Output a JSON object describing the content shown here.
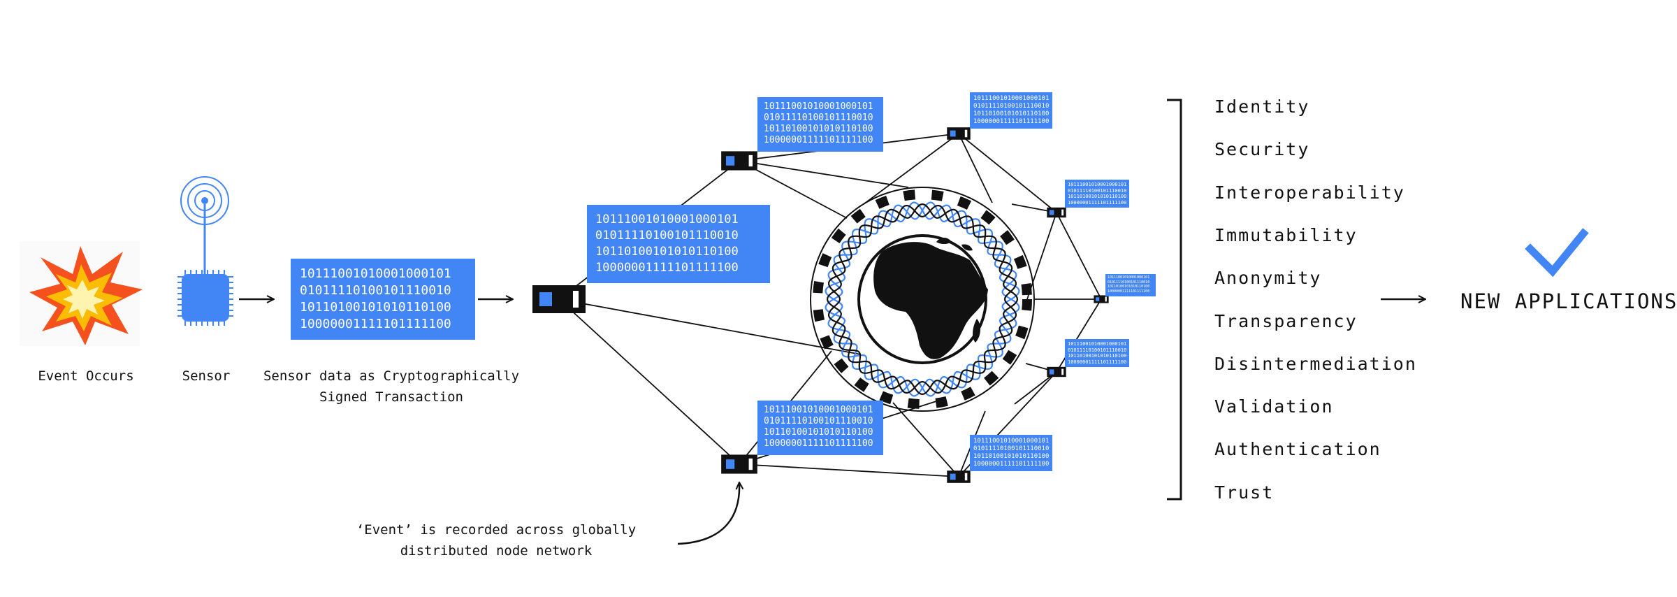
{
  "diagram": {
    "accent_color": "#4285f4",
    "steps": [
      {
        "label": "Event Occurs",
        "icon": "explosion-icon"
      },
      {
        "label": "Sensor",
        "icon": "sensor-chip-icon"
      },
      {
        "label": "Sensor data as Cryptographically\nSigned Transaction"
      }
    ],
    "binary_lines": [
      "10111001010001000101",
      "01011110100101110010",
      "10110100101010110100",
      "10000001111101111100"
    ],
    "network": {
      "caption": "‘Event’ is recorded across globally\ndistributed node network",
      "center_icon": "globe-africa-icon"
    },
    "properties": [
      "Identity",
      "Security",
      "Interoperability",
      "Immutability",
      "Anonymity",
      "Transparency",
      "Disintermediation",
      "Validation",
      "Authentication",
      "Trust"
    ],
    "outcome": {
      "label": "NEW APPLICATIONS",
      "icon": "checkmark-icon"
    }
  }
}
